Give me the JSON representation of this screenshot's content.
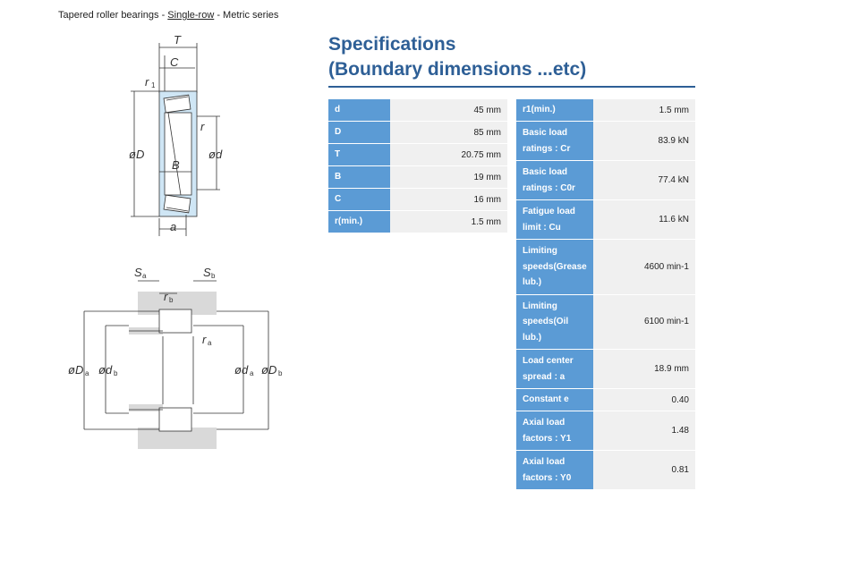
{
  "breadcrumb": {
    "prefix": "Tapered roller bearings - ",
    "link": "Single-row",
    "suffix": " - Metric series"
  },
  "diagram_top_labels": {
    "T": "T",
    "C": "C",
    "r1": "r",
    "r1_sub": "1",
    "r": "r",
    "D": "øD",
    "d": "ød",
    "B": "B",
    "a": "a"
  },
  "diagram_bottom_labels": {
    "Sa": "S",
    "Sa_sub": "a",
    "Sb": "S",
    "Sb_sub": "b",
    "rb": "r",
    "rb_sub": "b",
    "ra": "r",
    "ra_sub": "a",
    "Da": "øD",
    "Da_sub": "a",
    "db": "ød",
    "db_sub": "b",
    "da": "ød",
    "da_sub": "a",
    "Db": "øD",
    "Db_sub": "b"
  },
  "title": {
    "line1": "Specifications",
    "line2": "(Boundary dimensions ...etc)"
  },
  "colors": {
    "title": "#2e5f96",
    "key_cell": "#5b9bd5",
    "value_cell": "#f0f0f0"
  },
  "left_table": [
    {
      "key": "d",
      "value": "45 mm"
    },
    {
      "key": "D",
      "value": "85 mm"
    },
    {
      "key": "T",
      "value": "20.75 mm"
    },
    {
      "key": "B",
      "value": "19 mm"
    },
    {
      "key": "C",
      "value": "16 mm"
    },
    {
      "key": "r(min.)",
      "value": "1.5 mm"
    }
  ],
  "right_table": [
    {
      "key": "r1(min.)",
      "value": "1.5 mm"
    },
    {
      "key": "Basic load ratings : Cr",
      "value": "83.9 kN"
    },
    {
      "key": "Basic load ratings : C0r",
      "value": "77.4 kN"
    },
    {
      "key": "Fatigue load limit : Cu",
      "value": "11.6 kN"
    },
    {
      "key": "Limiting speeds(Grease lub.)",
      "value": "4600 min-1"
    },
    {
      "key": "Limiting speeds(Oil lub.)",
      "value": "6100 min-1"
    },
    {
      "key": "Load center spread : a",
      "value": "18.9 mm"
    },
    {
      "key": "Constant e",
      "value": "0.40"
    },
    {
      "key": "Axial load factors : Y1",
      "value": "1.48"
    },
    {
      "key": "Axial load factors : Y0",
      "value": "0.81"
    }
  ]
}
